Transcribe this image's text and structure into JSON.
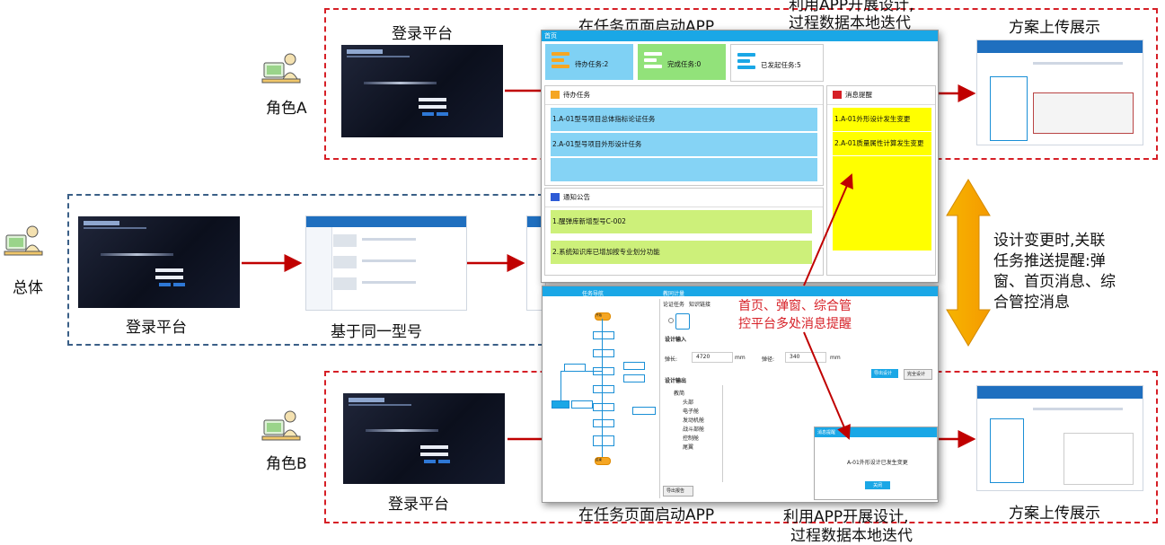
{
  "roles": {
    "role_a": "角色A",
    "overall": "总体",
    "role_b": "角色B"
  },
  "labels": {
    "login_a": "登录平台",
    "login_overall": "登录平台",
    "login_b": "登录平台",
    "same_model": "基于同一型号",
    "start_app_top": "在任务页面启动APP",
    "start_app_bottom": "在任务页面启动APP",
    "app_design_top_line1": "利用APP开展设计,",
    "app_design_top_line2": "过程数据本地迭代",
    "app_design_bottom_line1": "利用APP开展设计,",
    "app_design_bottom_line2": "过程数据本地迭代",
    "upload_top": "方案上传展示",
    "upload_bottom": "方案上传展示",
    "notice_line1": "首页、弹窗、综合管",
    "notice_line2": "控平台多处消息提醒",
    "side_note_lines": [
      "设计变更时,关联",
      "任务推送提醒:弹",
      "窗、首页消息、综",
      "合管控消息"
    ]
  },
  "dashboard": {
    "title": "首页",
    "cards": {
      "pending": "待办任务:2",
      "done": "完成任务:0",
      "launched": "已发起任务:5"
    },
    "todo_title": "待办任务",
    "todo_items": [
      "1.A-01型号项目总体指标论证任务",
      "2.A-01型号项目外形设计任务"
    ],
    "msg_title": "消息提醒",
    "msg_items": [
      "1.A-01外形设计发生变更",
      "2.A-01质量属性计算发生变更"
    ],
    "notice_title": "通知公告",
    "notice_items": [
      "1.醒弹库新增型号C-002",
      "2.系统知识库已增加按专业划分功能"
    ]
  },
  "design_window": {
    "nav_title": "任务导航",
    "main_title": "教同计量",
    "tabs": [
      "论证任务",
      "知识链接"
    ],
    "start_node": "开始",
    "end_node": "结束",
    "section_input": "设计输入",
    "param1_label": "弹长:",
    "param1_value": "4720",
    "param1_unit": "mm",
    "param2_label": "弹径:",
    "param2_value": "340",
    "param2_unit": "mm",
    "btn1": "导出设计",
    "btn2": "完全设计",
    "section_output": "设计输出",
    "tree_root": "教简",
    "tree_items": [
      "头部",
      "电子舱",
      "发动机舱",
      "战斗部舱",
      "控制舱",
      "尾翼"
    ],
    "export_btn": "导出报告",
    "popup_title": "消息提醒",
    "popup_msg": "A-01外形设计已发生变更",
    "popup_btn": "关闭"
  },
  "colors": {
    "red_dash": "#d61f26",
    "blue_dash": "#3a5f87",
    "arrow_red": "#c00000",
    "card_blue": "#7fd1f4",
    "card_green": "#92e27a",
    "todo_blue": "#85d3f5",
    "msg_yellow": "#ffff00",
    "notice_green": "#cdf07a",
    "accent": "#1aa7e6",
    "orange": "#f5a623"
  }
}
